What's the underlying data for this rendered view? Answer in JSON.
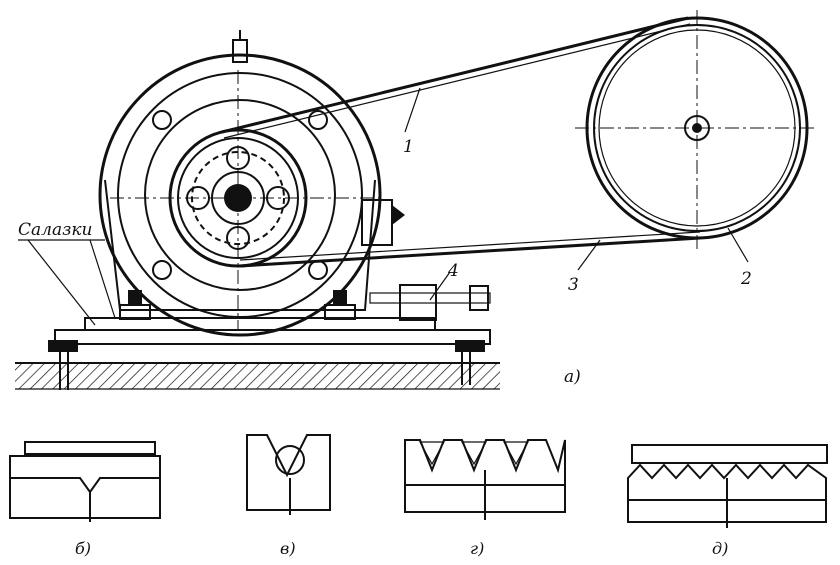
{
  "labels": {
    "belt_drive": "1",
    "driven_pulley": "2",
    "belt_slack": "3",
    "tension_screw": "4",
    "slides": "Салазки",
    "view_a": "а)",
    "view_b": "б)",
    "view_v": "в)",
    "view_g": "г)",
    "view_d": "д)"
  }
}
